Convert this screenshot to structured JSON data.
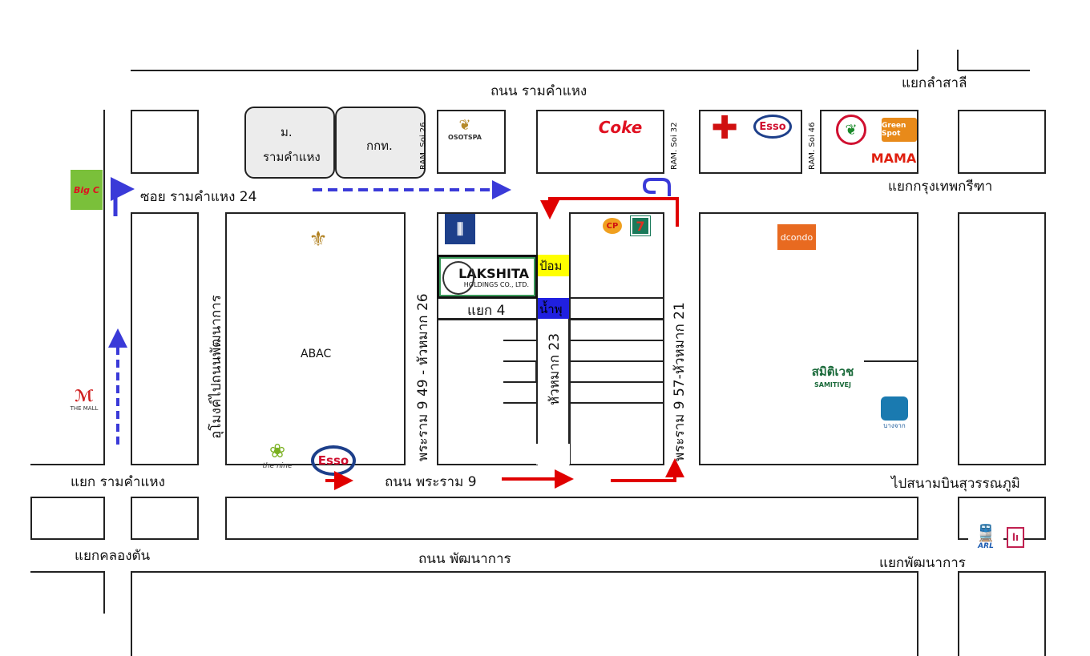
{
  "roads": {
    "ramkhamhaeng": "ถนน รามคำแหง",
    "lamsali": "แยกลำสาลี",
    "soi24": "ซอย รามคำแหง 24",
    "krungthep_kreetha": "แยกกรุงเทพกรีฑา",
    "ram_soi26": "RAM. Soi 26",
    "ram_soi32": "RAM. Soi 32",
    "ram_soi46": "RAM. Soi 46",
    "tunnel": "อุโมงค์ไปถนนพัฒนาการ",
    "rama9_49": "พระราม 9  49 - หัวหมาก 26",
    "huamak23": "หัวหมาก 23",
    "rama9_57": "พระราม 9  57-หัวหมาก 21",
    "yaek4": "แยก 4",
    "ramkhamhaeng_junction": "แยก รามคำแหง",
    "rama9": "ถนน พระราม 9",
    "to_airport": "ไปสนามบินสุวรรณภูมิ",
    "khlongtan": "แยกคลองตัน",
    "phatthanakan": "ถนน พัฒนาการ",
    "phatthanakan_junction": "แยกพัฒนาการ"
  },
  "places": {
    "ramu_1": "ม.",
    "ramu_2": "รามคำแหง",
    "egat": "กกท.",
    "abac": "ABAC",
    "pom": "ป้อม",
    "fountain": "น้ำพุ"
  },
  "logos": {
    "lakshita": "LAKSHITA",
    "lakshita_sub": "HOLDINGS CO., LTD.",
    "osotspa": "OSOTSPA",
    "coke": "Coke",
    "esso": "Esso",
    "greenspot": "Green Spot",
    "mama": "MAMA",
    "cp": "CP",
    "seven": "7",
    "dcondo": "dcondo",
    "samitivej_th": "สมิติเวช",
    "samitivej_en": "SAMITIVEJ",
    "bangchak": "บางจาก",
    "bigc": "Big C",
    "themall": "THE MALL",
    "thenine": "the nine",
    "arl": "ARL"
  },
  "colors": {
    "route": "#e00000",
    "walk": "#3a3ad8",
    "pom": "#ffff00",
    "fountain": "#2020e0"
  }
}
